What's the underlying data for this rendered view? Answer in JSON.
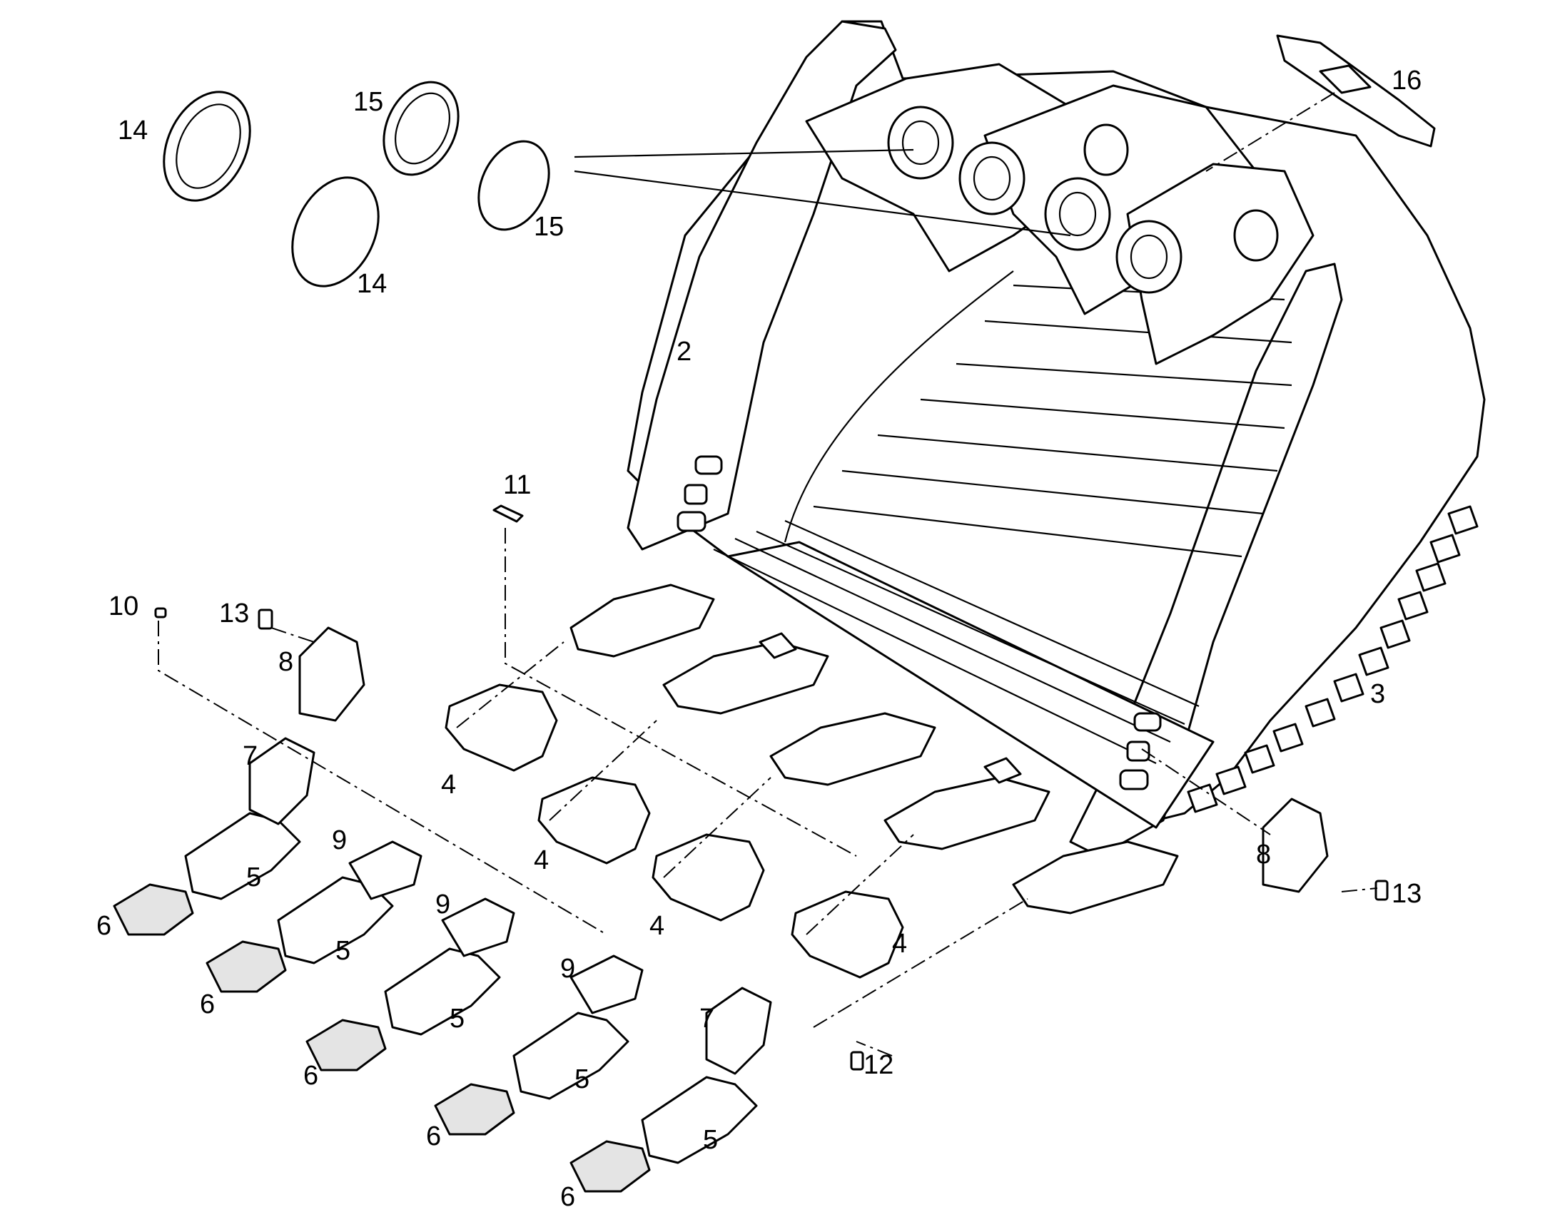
{
  "callouts": [
    {
      "id": "c2",
      "text": "2"
    },
    {
      "id": "c3",
      "text": "3"
    },
    {
      "id": "c4a",
      "text": "4"
    },
    {
      "id": "c4b",
      "text": "4"
    },
    {
      "id": "c4c",
      "text": "4"
    },
    {
      "id": "c4d",
      "text": "4"
    },
    {
      "id": "c5a",
      "text": "5"
    },
    {
      "id": "c5b",
      "text": "5"
    },
    {
      "id": "c5c",
      "text": "5"
    },
    {
      "id": "c5d",
      "text": "5"
    },
    {
      "id": "c5e",
      "text": "5"
    },
    {
      "id": "c6a",
      "text": "6"
    },
    {
      "id": "c6b",
      "text": "6"
    },
    {
      "id": "c6c",
      "text": "6"
    },
    {
      "id": "c6d",
      "text": "6"
    },
    {
      "id": "c6e",
      "text": "6"
    },
    {
      "id": "c7a",
      "text": "7"
    },
    {
      "id": "c7b",
      "text": "7"
    },
    {
      "id": "c8a",
      "text": "8"
    },
    {
      "id": "c8b",
      "text": "8"
    },
    {
      "id": "c9a",
      "text": "9"
    },
    {
      "id": "c9b",
      "text": "9"
    },
    {
      "id": "c9c",
      "text": "9"
    },
    {
      "id": "c10",
      "text": "10"
    },
    {
      "id": "c11",
      "text": "11"
    },
    {
      "id": "c12",
      "text": "12"
    },
    {
      "id": "c13a",
      "text": "13"
    },
    {
      "id": "c13b",
      "text": "13"
    },
    {
      "id": "c14a",
      "text": "14"
    },
    {
      "id": "c14b",
      "text": "14"
    },
    {
      "id": "c15a",
      "text": "15"
    },
    {
      "id": "c15b",
      "text": "15"
    },
    {
      "id": "c16",
      "text": "16"
    }
  ]
}
